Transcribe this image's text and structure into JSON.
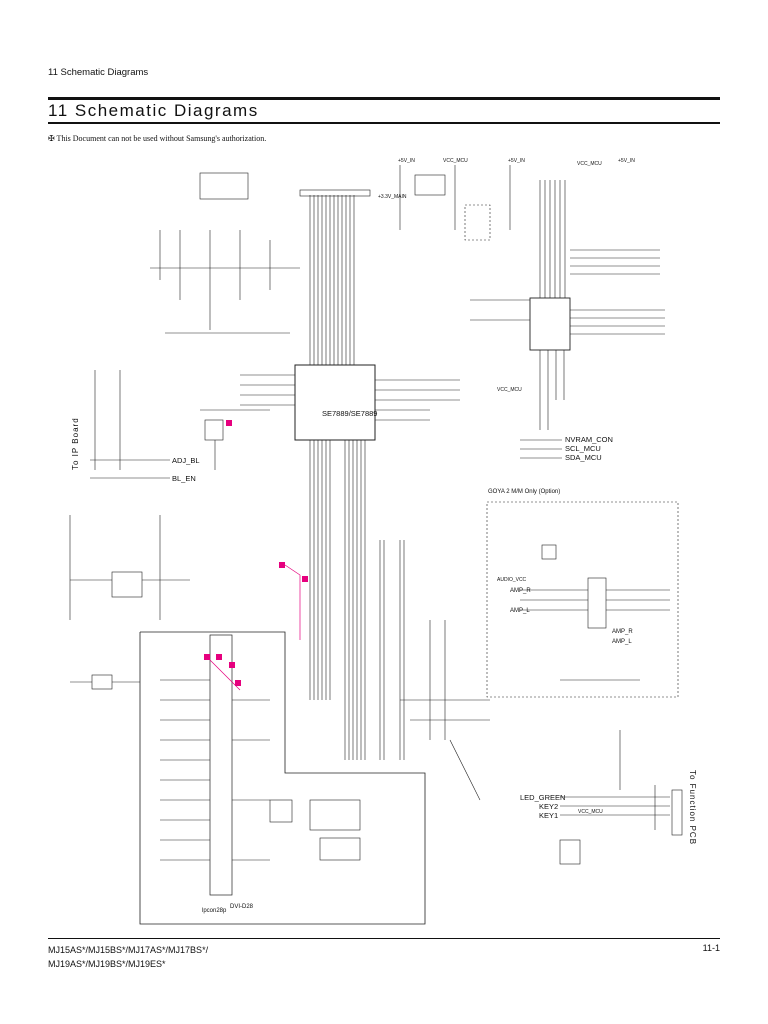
{
  "header": {
    "small_title": "11 Schematic Diagrams",
    "title": "11 Schematic Diagrams",
    "notice": "✠ This Document can not be used without Samsung's authorization."
  },
  "schematic": {
    "ic_main": "SE7889/SE7889",
    "labels": {
      "v5_in": "+5V_IN",
      "vcc_mcu_top": "VCC_MCU",
      "v5_in_top2": "+5V_IN",
      "vcc_mcu_top2": "VCC_MCU",
      "v5_in_top3": "+5V_IN",
      "v33_main": "+3.3V_MAIN",
      "vcc_mcu_mid": "VCC_MCU",
      "nvram_con": "NVRAM_CON",
      "scl_mcu": "SCL_MCU",
      "sda_mcu": "SDA_MCU",
      "option_box": "GOYA 2 M/M Only (Option)",
      "adj_bl": "ADJ_BL",
      "bl_en": "BL_EN",
      "to_ip_board": "To IP Board",
      "to_function_pcb": "To Function PCB",
      "led_green": "LED_GREEN",
      "key2": "KEY2",
      "key1": "KEY1",
      "vcc_mcu_bottom": "VCC_MCU",
      "amp_r": "AMP_R",
      "amp_l": "AMP_L",
      "amp_r2": "AMP_R",
      "amp_l2": "AMP_L",
      "audio_vcc": "AUDIO_VCC",
      "lpcon": "lpcon28p",
      "dvi": "DVI-D28"
    }
  },
  "footer": {
    "models_line1": "MJ15AS*/MJ15BS*/MJ17AS*/MJ17BS*/",
    "models_line2": "MJ19AS*/MJ19BS*/MJ19ES*",
    "page_number": "11-1"
  }
}
